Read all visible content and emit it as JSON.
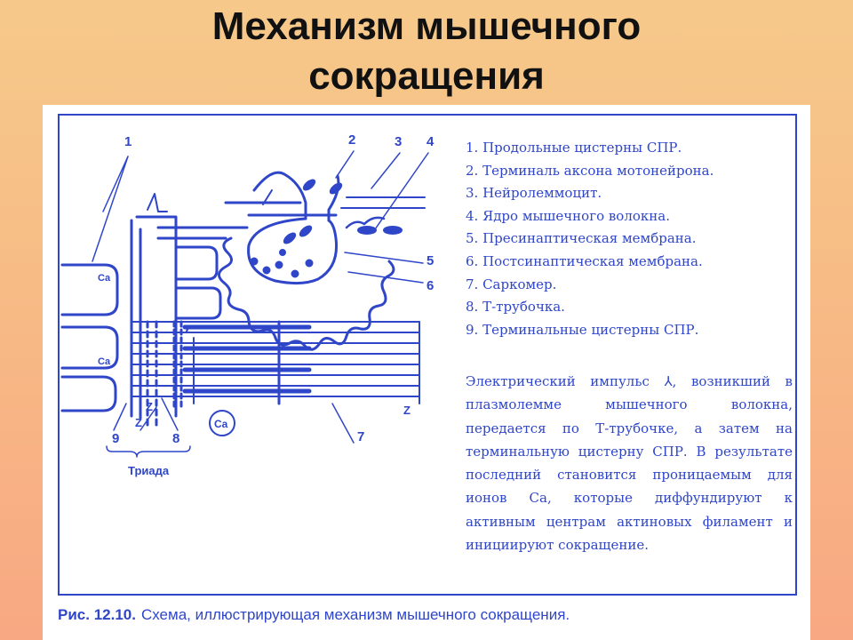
{
  "slide": {
    "title_line1": "Механизм мышечного",
    "title_line2": "сокращения"
  },
  "figure": {
    "labels": {
      "n1": "1",
      "n2": "2",
      "n3": "3",
      "n4": "4",
      "n5": "5",
      "n6": "6",
      "n7": "7",
      "n8": "8",
      "n9": "9",
      "ca_top": "Ca",
      "ca_mid": "Ca",
      "ca_circle": "Ca",
      "z_left1": "Z",
      "z_left2": "Z",
      "z_right": "Z",
      "triad": "Триада"
    },
    "legend": [
      "1. Продольные цистерны СПР.",
      "2. Терминаль аксона мотонейрона.",
      "3. Нейролеммоцит.",
      "4. Ядро мышечного волокна.",
      "5. Пресинаптическая мембрана.",
      "6. Постсинаптическая мембрана.",
      "7. Саркомер.",
      "8. Т-трубочка.",
      "9. Терминальные цистерны СПР."
    ],
    "paragraph": "Электрический импульс ⅄, возникший в плазмолемме мышечного волокна, передается по Т-трубочке, а затем на терминальную цистерну СПР. В результате последний становится проницаемым для ионов Са, которые диффундируют к активным центрам актиновых филамент и инициируют сокращение.",
    "caption_label": "Рис. 12.10.",
    "caption_text": "Схема, иллюстрирующая механизм мышечного сокращения."
  },
  "colors": {
    "ink": "#2f46c9",
    "background_top": "#f6c98a",
    "background_bottom": "#f8a882"
  }
}
